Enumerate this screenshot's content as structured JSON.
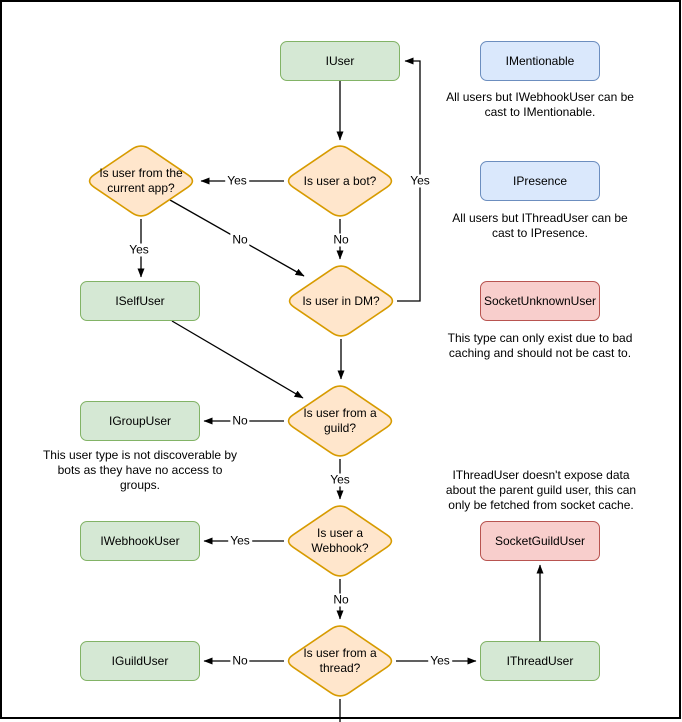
{
  "colors": {
    "interface_fill": "#d5e8d4",
    "interface_stroke": "#82b366",
    "castable_fill": "#dae8fc",
    "castable_stroke": "#6c8ebf",
    "socket_fill": "#f8cecc",
    "socket_stroke": "#b85450",
    "decision_fill": "#ffe6cc",
    "decision_stroke": "#d79b00",
    "arrow": "#000000",
    "page_border": "#000000"
  },
  "nodes": {
    "iuser": "IUser",
    "imentionable": "IMentionable",
    "ipresence": "IPresence",
    "iselfuser": "ISelfUser",
    "socketunknownuser": "SocketUnknownUser",
    "igroupuser": "IGroupUser",
    "iwebhookuser": "IWebhookUser",
    "iguilduser": "IGuildUser",
    "socketguilduser": "SocketGuildUser",
    "ithreaduser": "IThreadUser"
  },
  "decisions": {
    "is_bot": "Is user a bot?",
    "from_current_app": "Is user from the\ncurrent app?",
    "in_dm": "Is user in DM?",
    "from_guild": "Is user from a\nguild?",
    "is_webhook": "Is user a\nWebhook?",
    "from_thread": "Is user from a\nthread?"
  },
  "edge_labels": {
    "yes": "Yes",
    "no": "No"
  },
  "annotations": {
    "imentionable_note": "All users but IWebhookUser can be\ncast to IMentionable.",
    "ipresence_note": "All users but IThreadUser can be\ncast to IPresence.",
    "socketunknownuser_note": "This type can only exist due to bad\ncaching and should not be cast to.",
    "igroupuser_note": "This user type is not discoverable by\nbots as they have no access to\ngroups.",
    "ithreaduser_note": "IThreadUser doesn't expose data\nabout the parent guild user, this can\nonly be fetched from socket cache."
  }
}
